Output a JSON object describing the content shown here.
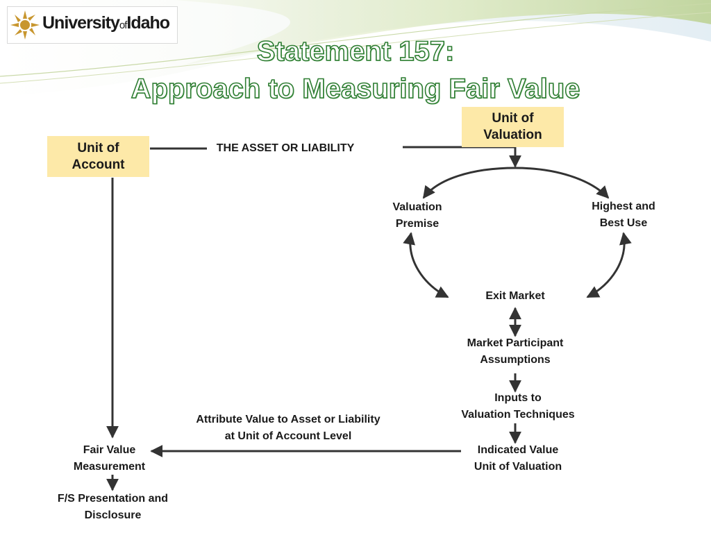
{
  "logo": {
    "pre": "University",
    "of": "of",
    "post": "Idaho"
  },
  "title": {
    "line1": "Statement 157:",
    "line2": "Approach to Measuring Fair Value"
  },
  "boxes": {
    "unit_of_account": [
      "Unit of",
      "Account"
    ],
    "unit_of_valuation": [
      "Unit of",
      "Valuation"
    ]
  },
  "labels": {
    "asset_or_liability": "THE ASSET OR LIABILITY",
    "valuation_premise": [
      "Valuation",
      "Premise"
    ],
    "highest_best_use": [
      "Highest and",
      "Best Use"
    ],
    "exit_market": "Exit Market",
    "market_participant": [
      "Market Participant",
      "Assumptions"
    ],
    "inputs": [
      "Inputs to",
      "Valuation Techniques"
    ],
    "indicated_value": [
      "Indicated Value",
      "Unit of Valuation"
    ],
    "attribute_value": [
      "Attribute Value to Asset or Liability",
      "at Unit of Account Level"
    ],
    "fair_value": [
      "Fair Value",
      "Measurement"
    ],
    "fs_presentation": [
      "F/S Presentation and",
      "Disclosure"
    ]
  },
  "colors": {
    "title_outline": "#2e7d32",
    "box_fill": "#fde9a8",
    "line": "#333333"
  }
}
